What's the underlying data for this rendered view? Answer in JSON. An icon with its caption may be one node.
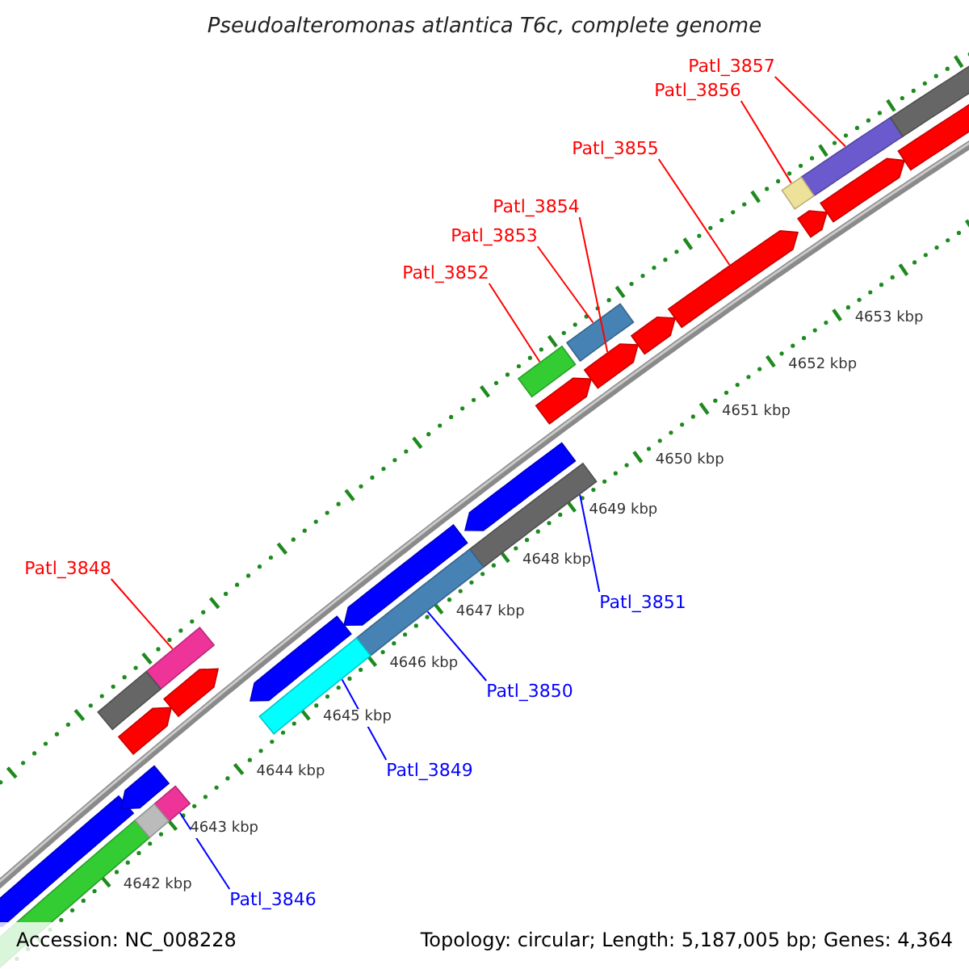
{
  "diagram": {
    "title": "Pseudoalteromonas atlantica T6c, complete genome",
    "nodes": [
      {
        "text": [
          "Patl_3857"
        ]
      },
      {
        "text": [
          "Patl_3856"
        ]
      },
      {
        "text": [
          "Patl_3855"
        ]
      },
      {
        "text": [
          "Patl_3854"
        ]
      },
      {
        "text": [
          "Patl_3853"
        ]
      },
      {
        "text": [
          "Patl_3852"
        ]
      },
      {
        "text": [
          "Patl_3848"
        ]
      },
      {
        "text": [
          "Patl_3851"
        ]
      },
      {
        "text": [
          "Patl_3850"
        ]
      },
      {
        "text": [
          "Patl_3849"
        ]
      },
      {
        "text": [
          "Patl_3846"
        ]
      },
      {
        "text": [],
        "shape": "bar"
      },
      {
        "text": [],
        "shape": "bar"
      },
      {
        "text": [],
        "shape": "bar"
      },
      {
        "text": [],
        "shape": "bar"
      },
      {
        "text": [],
        "shape": "bar"
      },
      {
        "text": [],
        "shape": "bar"
      },
      {
        "text": [],
        "shape": "bar"
      },
      {
        "text": [],
        "shape": "bar"
      },
      {
        "text": [],
        "shape": "bar"
      },
      {
        "text": [],
        "shape": "bar"
      },
      {
        "text": [],
        "shape": "bar"
      },
      {
        "text": [],
        "shape": "bar"
      },
      {
        "text": [],
        "shape": "bar"
      },
      {
        "text": [],
        "shape": "bar"
      },
      {
        "text": [],
        "shape": "bar"
      },
      {
        "text": [],
        "shape": "bar"
      },
      {
        "text": [],
        "shape": "bar"
      },
      {
        "text": [],
        "shape": "bar"
      },
      {
        "text": [],
        "shape": "bar"
      },
      {
        "text": [],
        "shape": "bar"
      },
      {
        "text": [],
        "shape": "bar"
      },
      {
        "text": [],
        "shape": "bar"
      },
      {
        "text": [],
        "shape": "bar"
      },
      {
        "text": [],
        "shape": "bar"
      },
      {
        "text": [],
        "shape": "bar"
      },
      {
        "text": [],
        "shape": "bar"
      },
      {
        "text": [],
        "shape": "bar"
      }
    ],
    "edges": [
      {
        "from": 0,
        "to": 11,
        "arrow": "none"
      },
      {
        "from": 1,
        "to": 12,
        "arrow": "none"
      },
      {
        "from": 2,
        "to": 13,
        "arrow": "none"
      },
      {
        "from": 3,
        "to": 14,
        "arrow": "none"
      },
      {
        "from": 4,
        "to": 15,
        "arrow": "none"
      },
      {
        "from": 5,
        "to": 16,
        "arrow": "none"
      },
      {
        "from": 6,
        "to": 17,
        "arrow": "none"
      },
      {
        "from": 7,
        "to": 18,
        "arrow": "none",
        "color": "#0000ff"
      },
      {
        "from": 8,
        "to": 19,
        "arrow": "none",
        "color": "#0000ff"
      },
      {
        "from": 9,
        "to": 20,
        "arrow": "none",
        "color": "#0000ff"
      },
      {
        "from": 10,
        "to": 21,
        "arrow": "none",
        "color": "#0000ff"
      }
    ],
    "labels": [
      "4653 kbp",
      "4652 kbp",
      "4651 kbp",
      "4650 kbp",
      "4649 kbp",
      "4648 kbp",
      "4647 kbp",
      "4646 kbp",
      "4645 kbp",
      "4644 kbp",
      "4643 kbp",
      "4642 kbp",
      "Accession: NC_008228",
      "Topology: circular; Length: 5,187,005 bp; Genes: 4,364"
    ]
  }
}
